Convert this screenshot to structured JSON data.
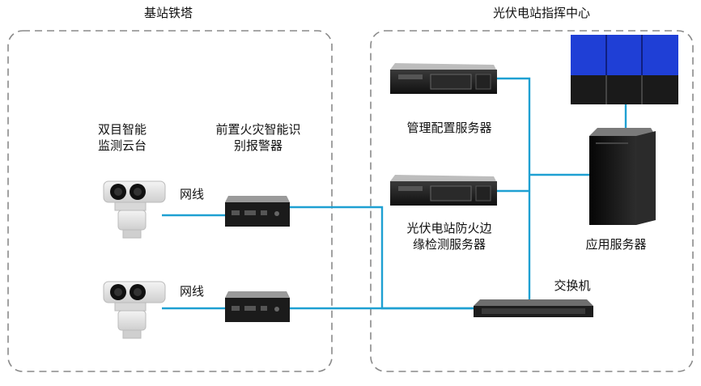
{
  "zones": {
    "tower": {
      "title": "基站铁塔"
    },
    "center": {
      "title": "光伏电站指挥中心"
    }
  },
  "nodes": {
    "ptz_camera": {
      "label": "双目智能\n监测云台"
    },
    "fire_alarm": {
      "label": "前置火灾智能识\n别报警器"
    },
    "mgmt_server": {
      "label": "管理配置服务器"
    },
    "edge_server": {
      "label": "光伏电站防火边\n缘检测服务器"
    },
    "app_server": {
      "label": "应用服务器"
    },
    "switch": {
      "label": "交换机"
    }
  },
  "edges": {
    "cable_1": {
      "label": "网线"
    },
    "cable_2": {
      "label": "网线"
    }
  },
  "colors": {
    "link": "#1ea0d2",
    "zone_border": "#8a8a8a",
    "video_wall": "#1f3fd6",
    "server_dark": "#1c1c1c"
  }
}
